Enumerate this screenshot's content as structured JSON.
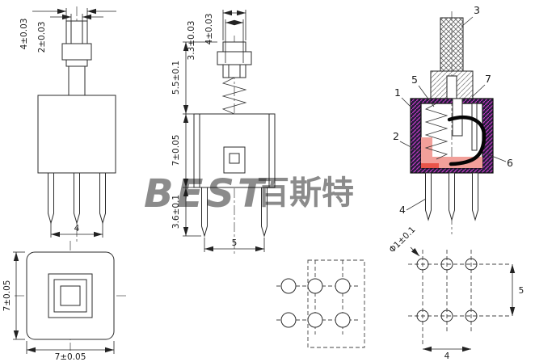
{
  "watermark": {
    "latin": "BEST",
    "cjk": "百斯特",
    "color": "#a4c6e2"
  },
  "front_view": {
    "dim_plunger_outer": "4±0.03",
    "dim_plunger_inner": "2±0.03",
    "dim_pin_span": "4"
  },
  "top_view": {
    "dim_side": "7±0.05",
    "dim_bottom": "7±0.05"
  },
  "section_view": {
    "dim_cap": "4±0.03",
    "dim_collar": "3.3±0.03",
    "dim_travel": "5.5±0.1",
    "dim_body": "7±0.05",
    "dim_pin": "3.6±0.1",
    "dim_pitch": "5"
  },
  "assembly_view": {
    "callouts": [
      "1",
      "2",
      "3",
      "4",
      "5",
      "6",
      "7"
    ]
  },
  "pcb_dim_view": {
    "dim_hole": "Φ1±0.1",
    "dim_row": "5",
    "dim_col": "4"
  },
  "colors": {
    "pink": "#f2a09a",
    "red": "#e8554a",
    "magenta": "#c23ac2",
    "wall_dark": "#241c3a"
  }
}
